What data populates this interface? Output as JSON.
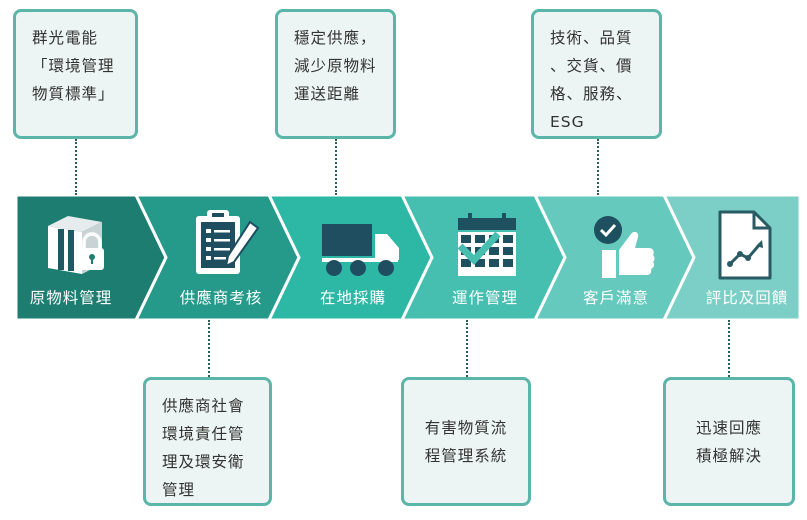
{
  "colors": {
    "stage_fills": [
      "#1e7d71",
      "#259a8a",
      "#2db7a5",
      "#46bfb0",
      "#66c9bd",
      "#7ccfc6"
    ],
    "note_border": "#5bb5a9",
    "note_bg": "#ecf5f3",
    "connector": "#2e5e58"
  },
  "stages": [
    {
      "label": "原物料管理",
      "icon": "material-boxes-lock-icon"
    },
    {
      "label": "供應商考核",
      "icon": "clipboard-pen-icon"
    },
    {
      "label": "在地採購",
      "icon": "truck-icon"
    },
    {
      "label": "運作管理",
      "icon": "calendar-check-icon"
    },
    {
      "label": "客戶滿意",
      "icon": "thumbs-up-check-icon"
    },
    {
      "label": "評比及回饋",
      "icon": "document-chart-icon"
    }
  ],
  "notes_top": [
    {
      "text": "群光電能\n「環境管理\n物質標準」"
    },
    {
      "text": "穩定供應，\n減少原物料\n運送距離"
    },
    {
      "text": "技術、品質\n、交貨、價\n格、服務、\nESG"
    }
  ],
  "notes_bottom": [
    {
      "text": "供應商社會\n環境責任管\n理及環安衛\n管理"
    },
    {
      "text": "有害物質流\n程管理系統"
    },
    {
      "text": "迅速回應\n積極解決"
    }
  ]
}
